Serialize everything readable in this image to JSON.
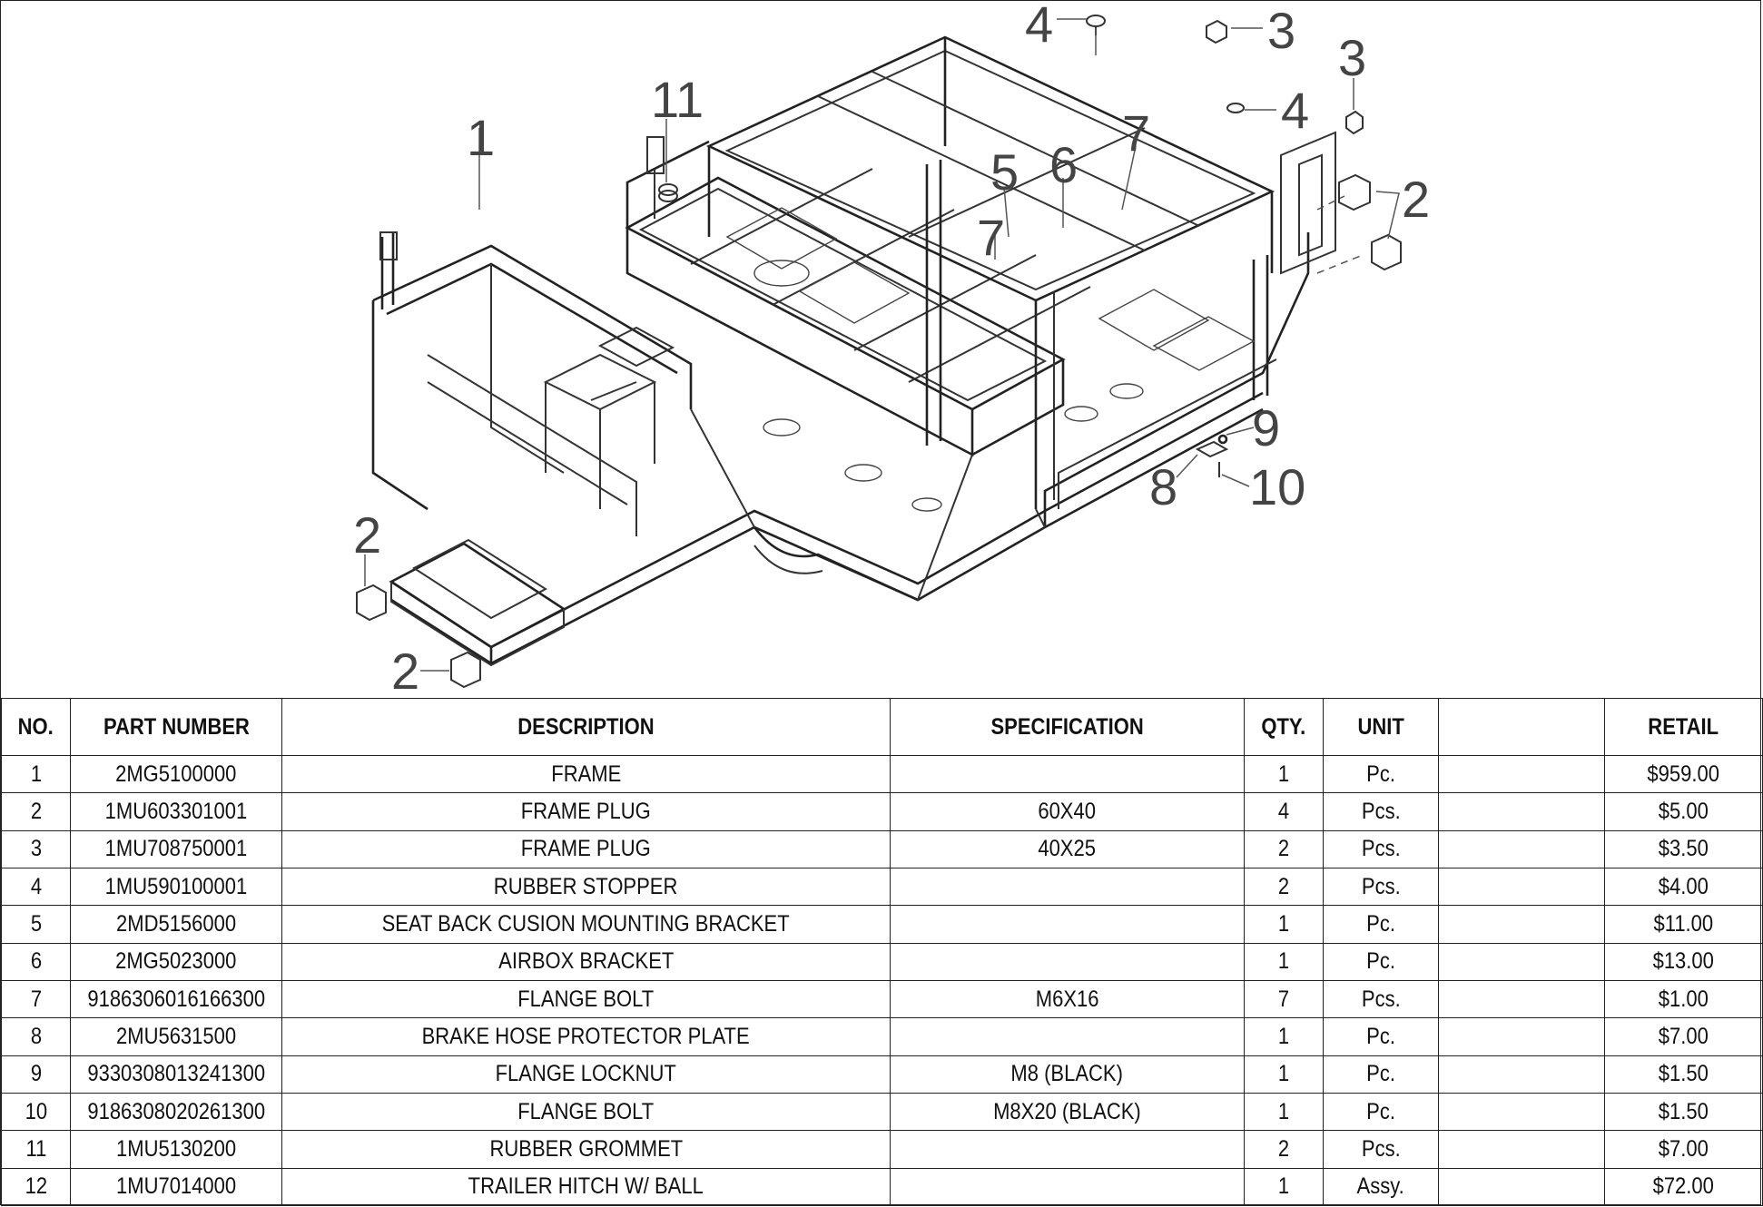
{
  "callouts": {
    "c1": "1",
    "c2a": "2",
    "c2b": "2",
    "c2c": "2",
    "c3a": "3",
    "c3b": "3",
    "c4a": "4",
    "c4b": "4",
    "c5": "5",
    "c6": "6",
    "c7a": "7",
    "c7b": "7",
    "c8": "8",
    "c9": "9",
    "c10": "10",
    "c11": "11"
  },
  "table": {
    "headers": {
      "no": "NO.",
      "part_number": "PART NUMBER",
      "description": "DESCRIPTION",
      "specification": "SPECIFICATION",
      "qty": "QTY.",
      "unit": "UNIT",
      "blank": "",
      "retail": "RETAIL"
    },
    "rows": [
      {
        "no": "1",
        "part_number": "2MG5100000",
        "description": "FRAME",
        "specification": "",
        "qty": "1",
        "unit": "Pc.",
        "blank": "",
        "retail": "$959.00"
      },
      {
        "no": "2",
        "part_number": "1MU603301001",
        "description": "FRAME PLUG",
        "specification": "60X40",
        "qty": "4",
        "unit": "Pcs.",
        "blank": "",
        "retail": "$5.00"
      },
      {
        "no": "3",
        "part_number": "1MU708750001",
        "description": "FRAME PLUG",
        "specification": "40X25",
        "qty": "2",
        "unit": "Pcs.",
        "blank": "",
        "retail": "$3.50"
      },
      {
        "no": "4",
        "part_number": "1MU590100001",
        "description": "RUBBER STOPPER",
        "specification": "",
        "qty": "2",
        "unit": "Pcs.",
        "blank": "",
        "retail": "$4.00"
      },
      {
        "no": "5",
        "part_number": "2MD5156000",
        "description": "SEAT BACK CUSION MOUNTING BRACKET",
        "specification": "",
        "qty": "1",
        "unit": "Pc.",
        "blank": "",
        "retail": "$11.00"
      },
      {
        "no": "6",
        "part_number": "2MG5023000",
        "description": "AIRBOX BRACKET",
        "specification": "",
        "qty": "1",
        "unit": "Pc.",
        "blank": "",
        "retail": "$13.00"
      },
      {
        "no": "7",
        "part_number": "9186306016166300",
        "description": "FLANGE BOLT",
        "specification": "M6X16",
        "qty": "7",
        "unit": "Pcs.",
        "blank": "",
        "retail": "$1.00"
      },
      {
        "no": "8",
        "part_number": "2MU5631500",
        "description": "BRAKE HOSE PROTECTOR PLATE",
        "specification": "",
        "qty": "1",
        "unit": "Pc.",
        "blank": "",
        "retail": "$7.00"
      },
      {
        "no": "9",
        "part_number": "9330308013241300",
        "description": "FLANGE LOCKNUT",
        "specification": "M8 (BLACK)",
        "qty": "1",
        "unit": "Pc.",
        "blank": "",
        "retail": "$1.50"
      },
      {
        "no": "10",
        "part_number": "9186308020261300",
        "description": "FLANGE BOLT",
        "specification": "M8X20 (BLACK)",
        "qty": "1",
        "unit": "Pc.",
        "blank": "",
        "retail": "$1.50"
      },
      {
        "no": "11",
        "part_number": "1MU5130200",
        "description": "RUBBER GROMMET",
        "specification": "",
        "qty": "2",
        "unit": "Pcs.",
        "blank": "",
        "retail": "$7.00"
      },
      {
        "no": "12",
        "part_number": "1MU7014000",
        "description": "TRAILER HITCH W/ BALL",
        "specification": "",
        "qty": "1",
        "unit": "Assy.",
        "blank": "",
        "retail": "$72.00"
      }
    ]
  }
}
